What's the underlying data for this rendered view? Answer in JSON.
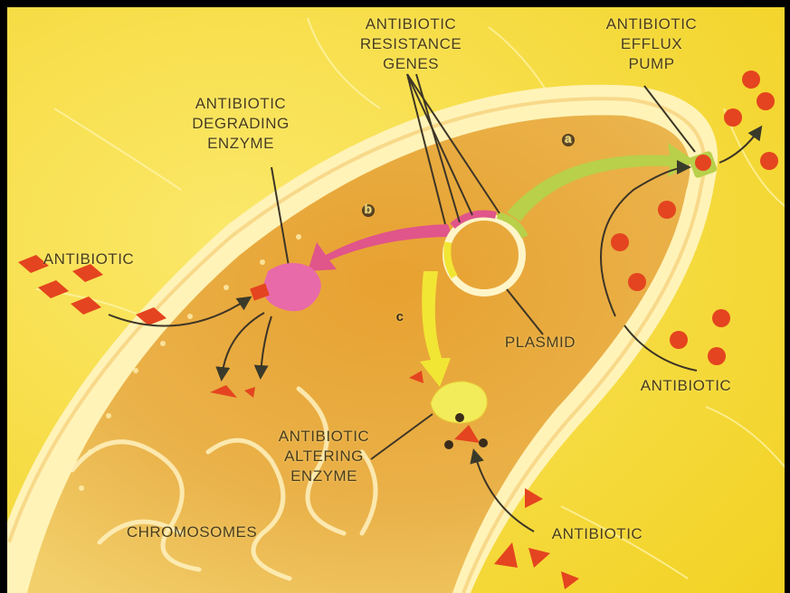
{
  "labels": {
    "resistance_genes": "ANTIBIOTIC\nRESISTANCE\nGENES",
    "efflux_pump": "ANTIBIOTIC\nEFFLUX\nPUMP",
    "degrading_enzyme": "ANTIBIOTIC\nDEGRADING\nENZYME",
    "antibiotic_left": "ANTIBIOTIC",
    "plasmid": "PLASMID",
    "antibiotic_right": "ANTIBIOTIC",
    "altering_enzyme": "ANTIBIOTIC\nALTERING\nENZYME",
    "chromosomes": "CHROMOSOMES",
    "antibiotic_bottom": "ANTIBIOTIC",
    "marker_a": "a",
    "marker_b": "b",
    "marker_c": "c"
  },
  "colors": {
    "background": "#f4dc3a",
    "cytoplasm": "#e8a83a",
    "membrane": "#fff6c8",
    "antibiotic": "#e4441f",
    "degrading_enzyme": "#e86aa8",
    "arrow_pink": "#e0558a",
    "arrow_green": "#b8d04a",
    "arrow_yellow": "#f2e634",
    "altering_enzyme": "#f3ec5a"
  }
}
